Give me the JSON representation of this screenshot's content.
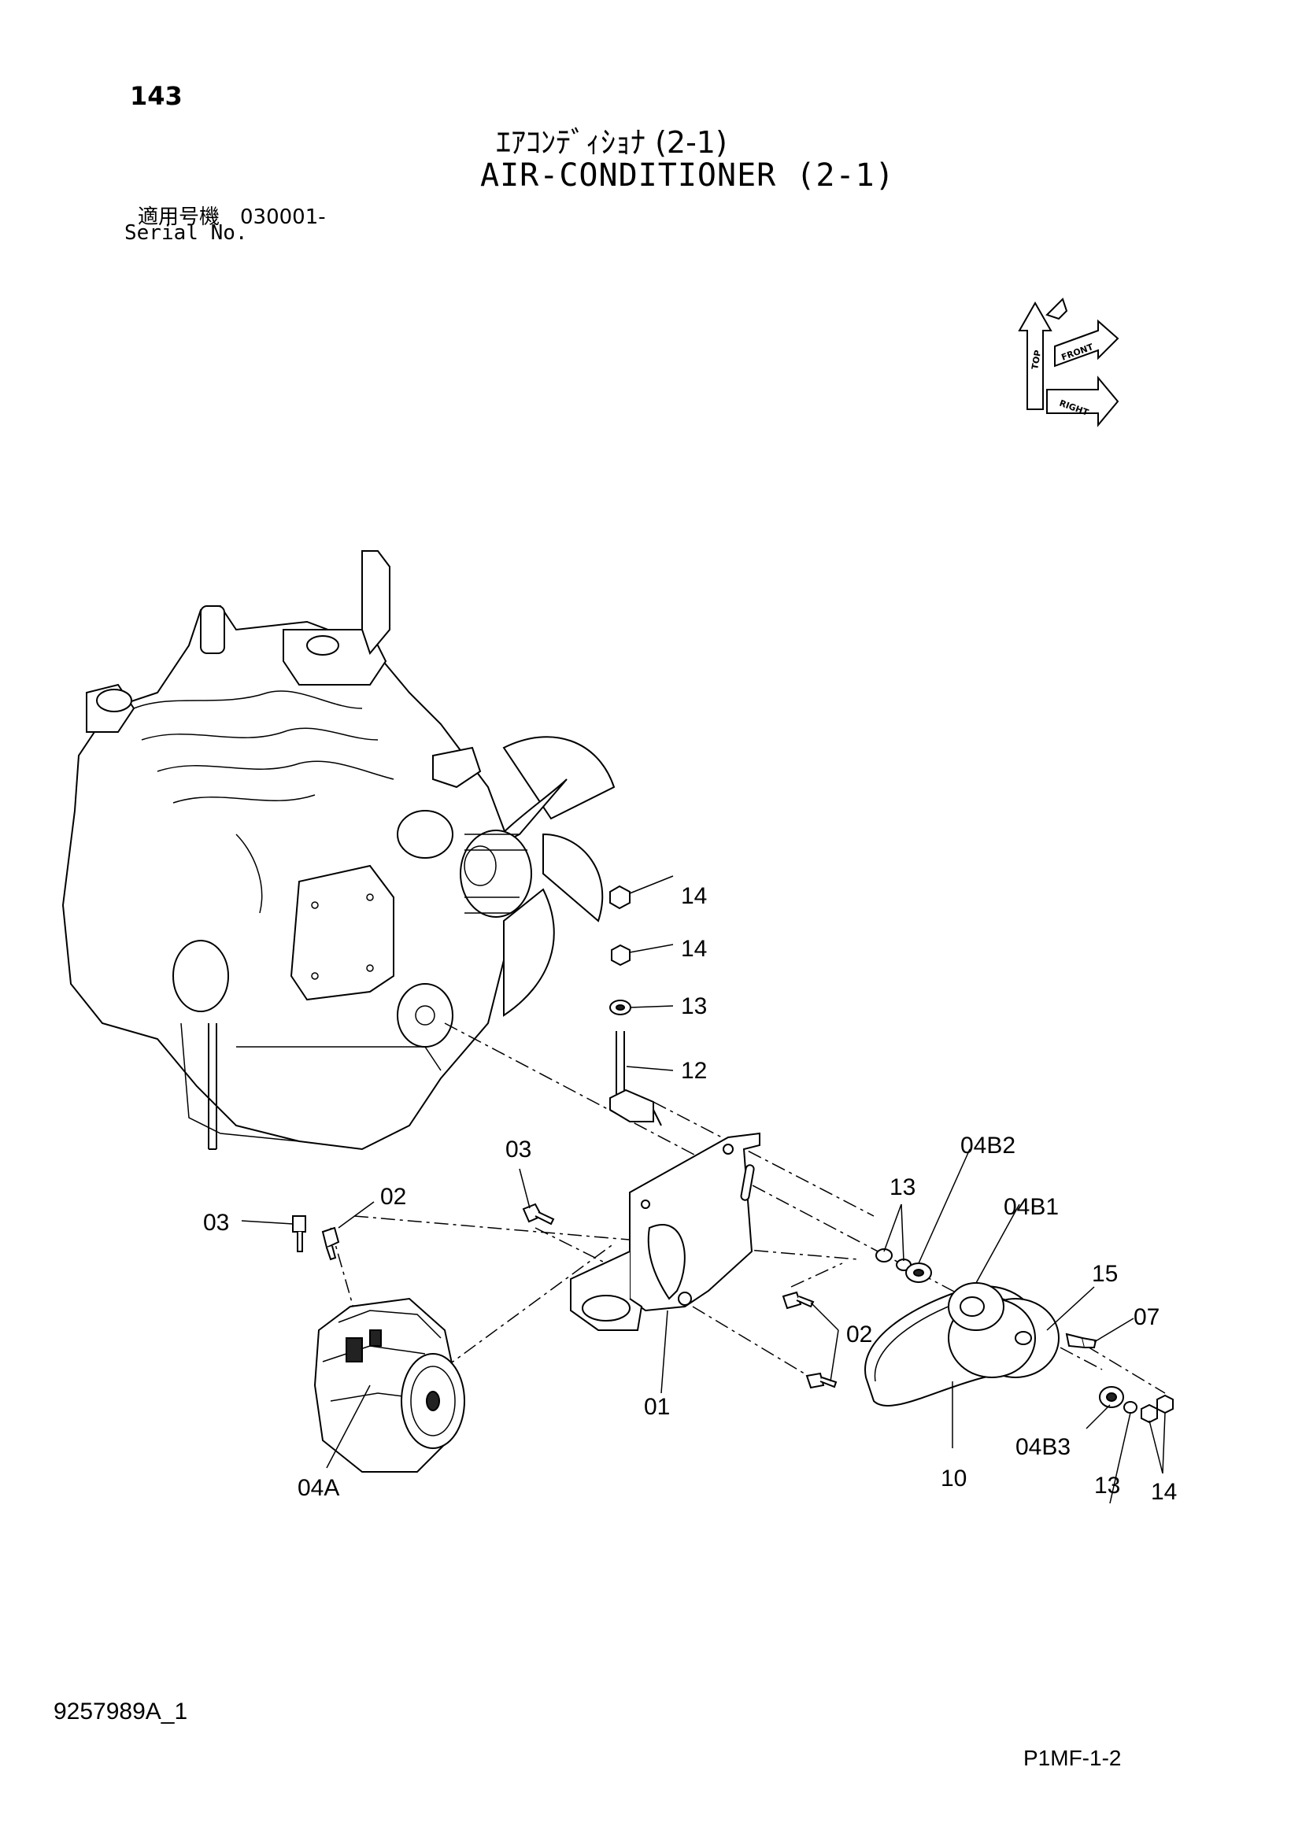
{
  "header": {
    "page_number": "143",
    "title_jp": "ｴｱｺﾝﾃﾞｨｼｮﾅ (2-1)",
    "title_en": "AIR-CONDITIONER (2-1)",
    "serial_label_jp": "適用号機　030001-",
    "serial_label_en": "Serial No."
  },
  "orientation_indicator": {
    "labels": [
      "TOP",
      "FRONT",
      "RIGHT"
    ]
  },
  "callouts": {
    "c14a": "14",
    "c14b": "14",
    "c13a": "13",
    "c12": "12",
    "c03a": "03",
    "c03b": "03",
    "c02a": "02",
    "c02b": "02",
    "c01": "01",
    "c04A": "04A",
    "c13b": "13",
    "c04B2": "04B2",
    "c04B1": "04B1",
    "c15": "15",
    "c07": "07",
    "c04B3": "04B3",
    "c10": "10",
    "c13c": "13",
    "c14c": "14"
  },
  "footer": {
    "doc_number": "9257989A_1",
    "page_code": "P1MF-1-2"
  }
}
